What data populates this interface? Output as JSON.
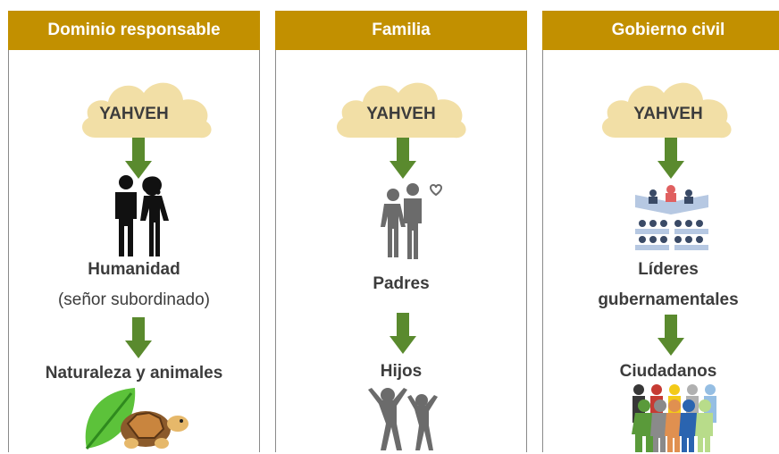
{
  "columns": [
    {
      "header": "Dominio responsable",
      "cloud": "YAHVEH",
      "level1": "Humanidad",
      "level1_sub": "(señor subordinado)",
      "level2": "Naturaleza y animales",
      "icons": [
        "couple-icon",
        "leaf-icon",
        "turtle-icon"
      ]
    },
    {
      "header": "Familia",
      "cloud": "YAHVEH",
      "level1": "Padres",
      "level2": "Hijos",
      "icons": [
        "parents-heart-icon",
        "children-jumping-icon"
      ]
    },
    {
      "header": "Gobierno civil",
      "cloud": "YAHVEH",
      "level1_line1": "Líderes",
      "level1_line2": "gubernamentales",
      "level2": "Ciudadanos",
      "icons": [
        "assembly-icon",
        "citizens-crowd-icon"
      ]
    }
  ],
  "colors": {
    "header_bg": "#c29000",
    "arrow": "#5a8a2e",
    "cloud": "#f2dfa6",
    "text": "#3c3c3c"
  }
}
